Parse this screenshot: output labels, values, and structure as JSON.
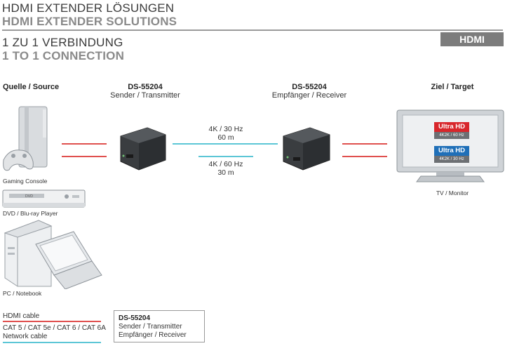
{
  "header": {
    "title_de": "HDMI EXTENDER LÖSUNGEN",
    "title_en": "HDMI EXTENDER SOLUTIONS",
    "subtitle_de": "1 ZU 1 VERBINDUNG",
    "subtitle_en": "1 TO 1 CONNECTION",
    "tab": "HDMI"
  },
  "columns": {
    "source": "Quelle / Source",
    "sender_model": "DS-55204",
    "sender_role": "Sender / Transmitter",
    "receiver_model": "DS-55204",
    "receiver_role": "Empfänger / Receiver",
    "target": "Ziel / Target"
  },
  "devices": {
    "console": "Gaming Console",
    "dvd": "DVD / Blu-ray Player",
    "pc": "PC / Notebook",
    "tv": "TV / Monitor"
  },
  "connection": {
    "spec1_rate": "4K / 30 Hz",
    "spec1_dist": "60 m",
    "spec2_rate": "4K / 60 Hz",
    "spec2_dist": "30 m"
  },
  "tv_badges": {
    "badge1_title": "Ultra HD",
    "badge1_sub": "4K2K / 60 Hz",
    "badge2_title": "Ultra HD",
    "badge2_sub": "4K2K / 30 Hz"
  },
  "legend": {
    "hdmi_cable": "HDMI cable",
    "network_cable_types": "CAT 5 / CAT 5e / CAT 6 / CAT 6A",
    "network_cable": "Network cable",
    "box_model": "DS-55204",
    "box_sender": "Sender / Transmitter",
    "box_receiver": "Empfänger / Receiver"
  },
  "colors": {
    "hdmi_line": "#e0504e",
    "network_line": "#5cc6d6",
    "badge_red": "#d8262b",
    "badge_blue": "#1f6fb8"
  }
}
